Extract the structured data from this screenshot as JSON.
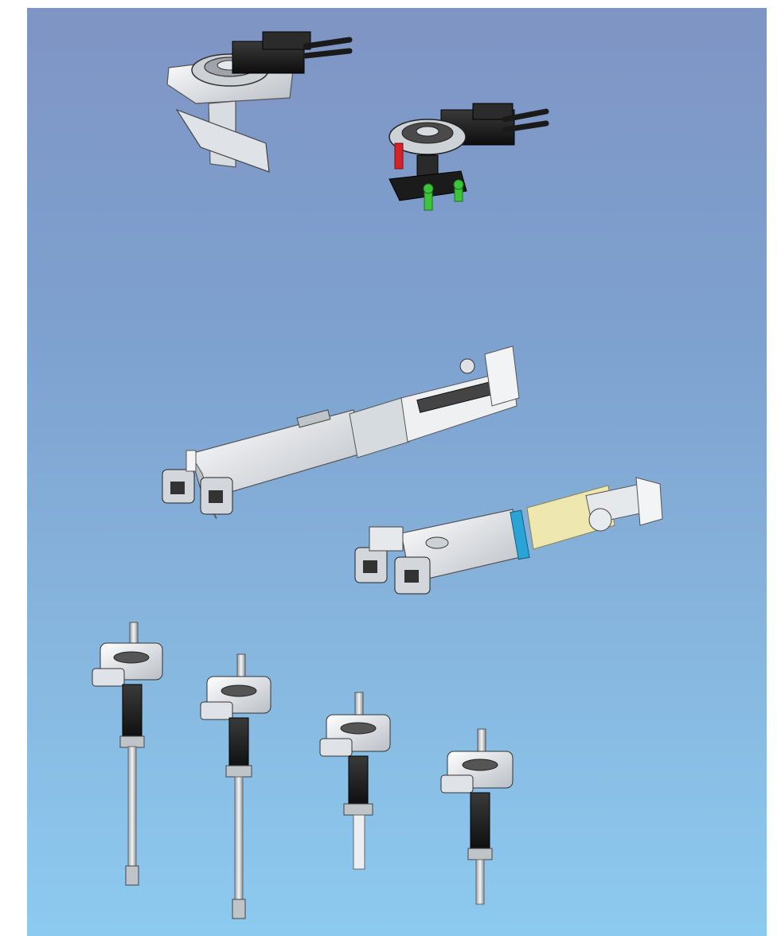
{
  "scene": {
    "background_top": "#7f95c4",
    "background_bottom": "#8dcaf0",
    "parts": [
      {
        "name": "gripper-with-angled-plate",
        "kind": "rotary-gripper"
      },
      {
        "name": "gripper-with-fixture-block",
        "kind": "rotary-gripper"
      },
      {
        "name": "long-linear-actuator-unit",
        "kind": "linear-actuator"
      },
      {
        "name": "short-linear-actuator-unit",
        "kind": "linear-actuator"
      },
      {
        "name": "spindle-tool-long-a",
        "kind": "spindle"
      },
      {
        "name": "spindle-tool-long-b",
        "kind": "spindle"
      },
      {
        "name": "spindle-tool-medium",
        "kind": "spindle"
      },
      {
        "name": "spindle-tool-short",
        "kind": "spindle"
      }
    ],
    "accent_colors": {
      "clamp_red": "#d8222a",
      "pin_green": "#3cc43c",
      "band_blue": "#2aa3d6",
      "cylinder_yellow": "#efe7b0",
      "metal_light": "#e9ecef",
      "metal_dark": "#1e1e1e"
    }
  }
}
